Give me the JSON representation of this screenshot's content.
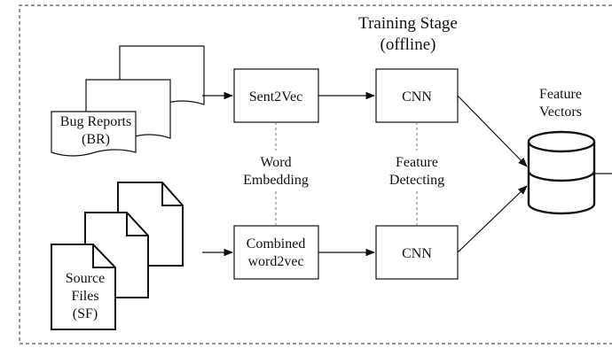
{
  "stage": {
    "title_line1": "Training Stage",
    "title_line2": "(offline)"
  },
  "inputs": {
    "bug_reports": {
      "line1": "Bug Reports",
      "line2": "(BR)"
    },
    "source_files": {
      "line1": "Source",
      "line2": "Files",
      "line3": "(SF)"
    }
  },
  "boxes": {
    "sent2vec": "Sent2Vec",
    "combined_line1": "Combined",
    "combined_line2": "word2vec",
    "cnn_top": "CNN",
    "cnn_bottom": "CNN"
  },
  "links": {
    "word_embedding_line1": "Word",
    "word_embedding_line2": "Embedding",
    "feature_detecting_line1": "Feature",
    "feature_detecting_line2": "Detecting"
  },
  "output": {
    "line1": "Feature",
    "line2": "Vectors"
  },
  "colors": {
    "stroke": "#111111",
    "dashed_border": "#555555"
  }
}
